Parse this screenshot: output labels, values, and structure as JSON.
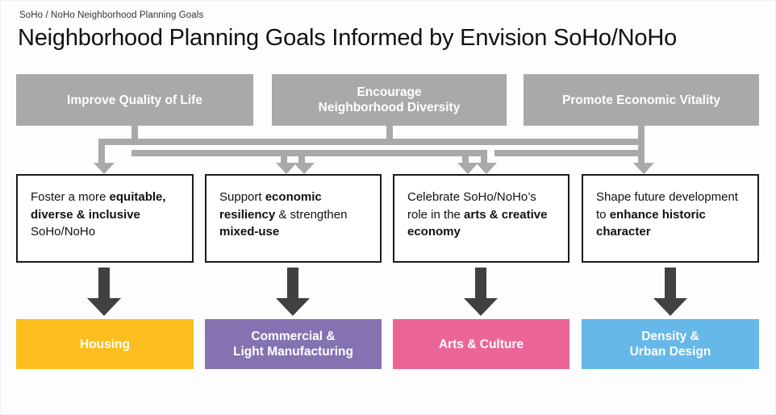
{
  "meta": {
    "eyebrow": "SoHo / NoHo Neighborhood Planning Goals",
    "title": "Neighborhood Planning Goals Informed by Envision SoHo/NoHo"
  },
  "colors": {
    "goal_bar_gray": "#a9a9ab",
    "connector_gray": "#a9a9ab",
    "dark_arrow": "#414042",
    "box_border": "#1b1b1b",
    "housing_yellow": "#fcbe1f",
    "commercial_purple": "#8572b1",
    "arts_pink": "#ec6599",
    "density_blue": "#66b8e8",
    "page_background": "#fdfdfd"
  },
  "goals": [
    {
      "id": "improve-quality-of-life",
      "label": "Improve Quality of Life"
    },
    {
      "id": "encourage-neighborhood-diversity",
      "label": "Encourage\nNeighborhood Diversity"
    },
    {
      "id": "promote-economic-vitality",
      "label": "Promote Economic Vitality"
    }
  ],
  "statements": [
    {
      "id": "equitable-diverse-inclusive",
      "html": "Foster a more <b>equitable, diverse &amp; inclusive</b> SoHo/NoHo",
      "plain": "Foster a more equitable, diverse & inclusive SoHo/NoHo"
    },
    {
      "id": "economic-resiliency-mixed-use",
      "html": "Support <b>economic resiliency</b> &amp; strengthen <b>mixed-use</b>",
      "plain": "Support economic resiliency & strengthen mixed-use"
    },
    {
      "id": "arts-creative-economy",
      "html": "Celebrate SoHo/NoHo’s role in the <b>arts &amp; creative economy</b>",
      "plain": "Celebrate SoHo/NoHo’s role in the arts & creative economy"
    },
    {
      "id": "enhance-historic-character",
      "html": "Shape future development to <b>enhance historic character</b>",
      "plain": "Shape future development to enhance historic character"
    }
  ],
  "categories": [
    {
      "id": "housing",
      "label": "Housing",
      "color": "#fcbe1f"
    },
    {
      "id": "commercial",
      "label": "Commercial &\nLight Manufacturing",
      "color": "#8572b1"
    },
    {
      "id": "arts",
      "label": "Arts & Culture",
      "color": "#ec6599"
    },
    {
      "id": "density",
      "label": "Density &\nUrban Design",
      "color": "#66b8e8"
    }
  ],
  "connectors": {
    "description": "Gray elbow connectors routing from the three goal bars down into the four statement boxes",
    "arrow_targets": [
      130,
      356,
      378,
      581,
      605,
      831
    ]
  }
}
